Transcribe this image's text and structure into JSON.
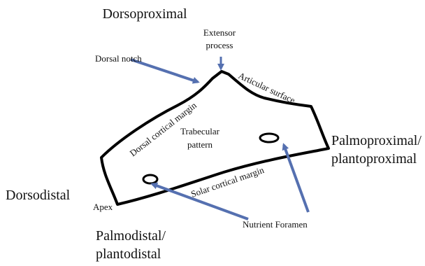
{
  "labels": {
    "dorsoproximal": "Dorsoproximal",
    "extensor_process_line1": "Extensor",
    "extensor_process_line2": "process",
    "dorsal_notch": "Dorsal notch",
    "articular_surface": "Articular surface",
    "dorsal_cortical_margin": "Dorsal cortical margin",
    "trabecular_line1": "Trabecular",
    "trabecular_line2": "pattern",
    "palmoproximal_line1": "Palmoproximal/",
    "palmoproximal_line2": "plantoproximal",
    "solar_cortical_margin": "Solar cortical margin",
    "dorsodistal": "Dorsodistal",
    "apex": "Apex",
    "nutrient_foramen": "Nutrient Foramen",
    "palmodistal_line1": "Palmodistal/",
    "palmodistal_line2": "plantodistal"
  },
  "colors": {
    "outline": "#000000",
    "arrow": "#5570b0",
    "text": "#111111"
  }
}
